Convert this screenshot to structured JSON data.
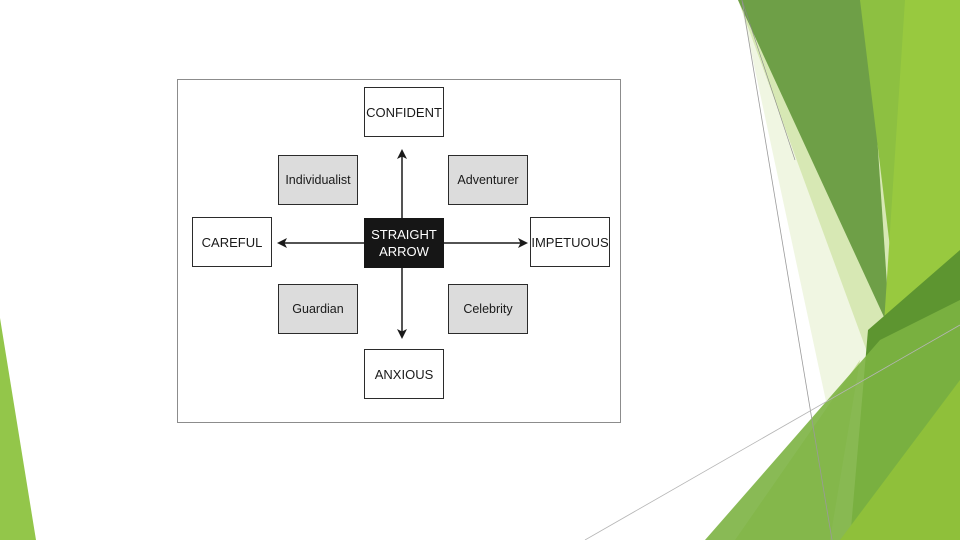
{
  "colors": {
    "accent_light": "#d9e9b8",
    "accent_mid": "#93c64a",
    "accent_dark": "#6a9d3c",
    "accent_deep": "#4e8a23",
    "box_fill_type": "#dcdcdc",
    "box_fill_center": "#161616"
  },
  "diagram": {
    "center": "STRAIGHT ARROW",
    "axes": {
      "top": "CONFIDENT",
      "bottom": "ANXIOUS",
      "left": "CAREFUL",
      "right": "IMPETUOUS"
    },
    "quadrants": {
      "top_left": "Individualist",
      "top_right": "Adventurer",
      "bottom_left": "Guardian",
      "bottom_right": "Celebrity"
    },
    "arrow_icons": [
      "arrow-up-icon",
      "arrow-down-icon",
      "arrow-left-icon",
      "arrow-right-icon"
    ]
  }
}
